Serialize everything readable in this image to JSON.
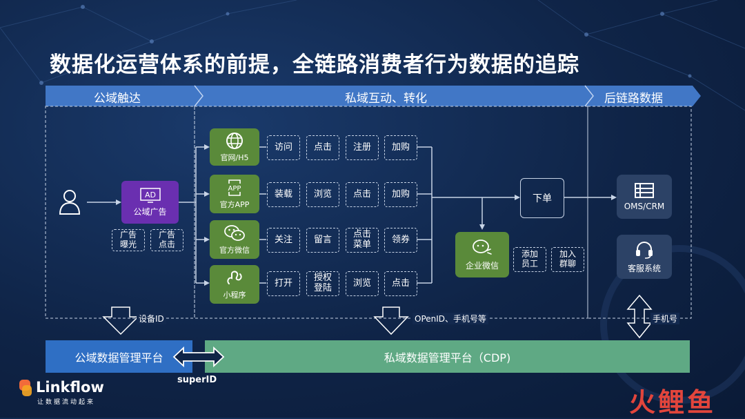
{
  "title": "数据化运营体系的前提，全链路消费者行为数据的追踪",
  "stages": [
    "公域触达",
    "私域互动、转化",
    "后链路数据"
  ],
  "public_ad": {
    "icon": "ad-icon",
    "label": "公域广告",
    "sub": [
      "广告\n曝光",
      "广告\n点击"
    ]
  },
  "channels": [
    {
      "icon": "globe-icon",
      "label": "官网/H5",
      "actions": [
        "访问",
        "点击",
        "注册",
        "加购"
      ]
    },
    {
      "icon": "app-icon",
      "label": "官方APP",
      "actions": [
        "装载",
        "浏览",
        "点击",
        "加购"
      ]
    },
    {
      "icon": "wechat-icon",
      "label": "官方微信",
      "actions": [
        "关注",
        "留言",
        "点击\n菜单",
        "领券"
      ]
    },
    {
      "icon": "miniprogram-icon",
      "label": "小程序",
      "actions": [
        "打开",
        "授权\n登陆",
        "浏览",
        "点击"
      ]
    }
  ],
  "order": "下单",
  "wecom": {
    "icon": "wecom-icon",
    "label": "企业微信",
    "actions": [
      "添加\n员工",
      "加入\n群聊"
    ]
  },
  "oms": {
    "icon": "list-icon",
    "label": "OMS/CRM"
  },
  "service": {
    "icon": "headset-icon",
    "label": "客服系统"
  },
  "id_labels": {
    "device": "设备ID",
    "openid": "OPenID、手机号等",
    "phone": "手机号",
    "superid": "superID"
  },
  "platforms": {
    "public": "公域数据管理平台",
    "private": "私域数据管理平台（CDP)"
  },
  "logo": {
    "name": "Linkflow",
    "tagline": "让数据流动起来"
  },
  "watermark": "火鲤鱼",
  "colors": {
    "green": "#5a8a3a",
    "purple": "#6a2fb0",
    "blue_bar": "#2f6fc4",
    "green_bar": "#5fa984",
    "stage_bar": "#4177c6"
  }
}
